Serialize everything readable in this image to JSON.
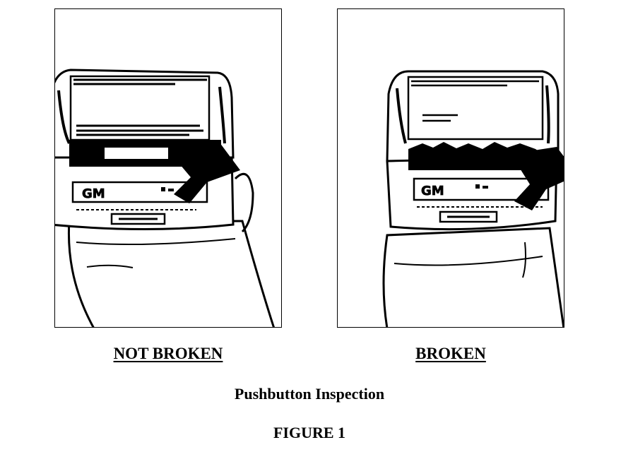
{
  "panels": [
    {
      "caption": "NOT BROKEN",
      "badge": "GM"
    },
    {
      "caption": "BROKEN",
      "badge": "GM"
    }
  ],
  "figure": {
    "title": "Pushbutton Inspection",
    "number": "FIGURE 1"
  }
}
